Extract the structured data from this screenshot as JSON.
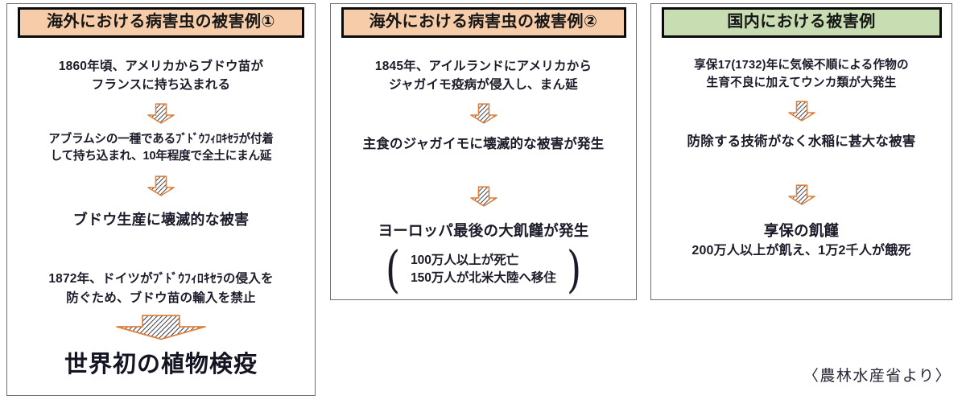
{
  "colors": {
    "header_overseas": "#F6CCA9",
    "header_domestic": "#C9DDB2",
    "header_border": "#0B0B0B",
    "panel_border": "#6E6E6E",
    "arrow_outline": "#E0803C",
    "text": "#1B1B2A",
    "background": "#FFFFFF"
  },
  "panels": [
    {
      "id": "overseas-1",
      "header": "海外における病害虫の被害例①",
      "header_color": "#F6CCA9",
      "steps": [
        {
          "type": "text",
          "lines": [
            "1860年頃、アメリカからブドウ苗が",
            "フランスに持ち込まれる"
          ]
        },
        {
          "type": "arrow",
          "icon": "down-arrow-hatched-icon",
          "size": "small"
        },
        {
          "type": "text",
          "lines": [
            "アブラムシの一種であるﾌﾞﾄﾞｳﾌｨﾛｷｾﾗが付着",
            "して持ち込まれ、10年程度で全土にまん延"
          ]
        },
        {
          "type": "arrow",
          "icon": "down-arrow-hatched-icon",
          "size": "small"
        },
        {
          "type": "text",
          "lines": [
            "ブドウ生産に壊滅的な被害"
          ]
        },
        {
          "type": "text",
          "lines": [
            "1872年、ドイツがﾌﾞﾄﾞｳﾌｨﾛｷｾﾗの侵入を",
            "防ぐため、ブドウ苗の輸入を禁止"
          ]
        },
        {
          "type": "arrow",
          "icon": "down-arrow-hatched-icon",
          "size": "wide"
        },
        {
          "type": "finale",
          "lines": [
            "世界初の植物検疫"
          ]
        }
      ]
    },
    {
      "id": "overseas-2",
      "header": "海外における病害虫の被害例②",
      "header_color": "#F6CCA9",
      "steps": [
        {
          "type": "text",
          "lines": [
            "1845年、アイルランドにアメリカから",
            "ジャガイモ疫病が侵入し、まん延"
          ]
        },
        {
          "type": "arrow",
          "icon": "down-arrow-hatched-icon",
          "size": "small"
        },
        {
          "type": "text",
          "lines": [
            "主食のジャガイモに壊滅的な被害が発生"
          ]
        },
        {
          "type": "arrow",
          "icon": "down-arrow-hatched-icon",
          "size": "small"
        },
        {
          "type": "text",
          "lines": [
            "ヨーロッパ最後の大飢饉が発生"
          ]
        },
        {
          "type": "bracket",
          "open": "(",
          "close": ")",
          "lines": [
            "100万人以上が死亡",
            "150万人が北米大陸へ移住"
          ]
        }
      ]
    },
    {
      "id": "domestic",
      "header": "国内における被害例",
      "header_color": "#C9DDB2",
      "steps": [
        {
          "type": "text",
          "lines": [
            "享保17(1732)年に気候不順による作物の",
            "生育不良に加えてウンカ類が大発生"
          ]
        },
        {
          "type": "arrow",
          "icon": "down-arrow-hatched-icon",
          "size": "small"
        },
        {
          "type": "text",
          "lines": [
            "防除する技術がなく水稲に甚大な被害"
          ]
        },
        {
          "type": "arrow",
          "icon": "down-arrow-hatched-icon",
          "size": "small"
        },
        {
          "type": "text",
          "lines": [
            "享保の飢饉",
            "200万人以上が飢え、1万2千人が餓死"
          ]
        }
      ]
    }
  ],
  "attribution": "〈農林水産省より〉"
}
